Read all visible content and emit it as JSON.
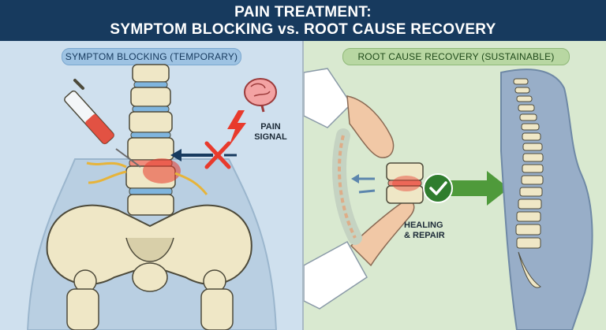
{
  "title": {
    "line1": "PAIN TREATMENT:",
    "line2": "SYMPTOM BLOCKING vs. ROOT CAUSE RECOVERY"
  },
  "left_panel": {
    "label": "SYMPTOM BLOCKING (TEMPORARY)",
    "pain_line1": "PAIN",
    "pain_line2": "SIGNAL"
  },
  "right_panel": {
    "label": "ROOT CAUSE RECOVERY (SUSTAINABLE)",
    "heal_line1": "HEALING",
    "heal_line2": "& REPAIR"
  },
  "colors": {
    "header": "#173a5e",
    "left_bg": "#cfe0ee",
    "right_bg": "#d9e9d0",
    "bone": "#efe7c6",
    "disc": "#7fb5de",
    "pain": "#e83a2c",
    "arrow_green": "#4f9a3b"
  }
}
